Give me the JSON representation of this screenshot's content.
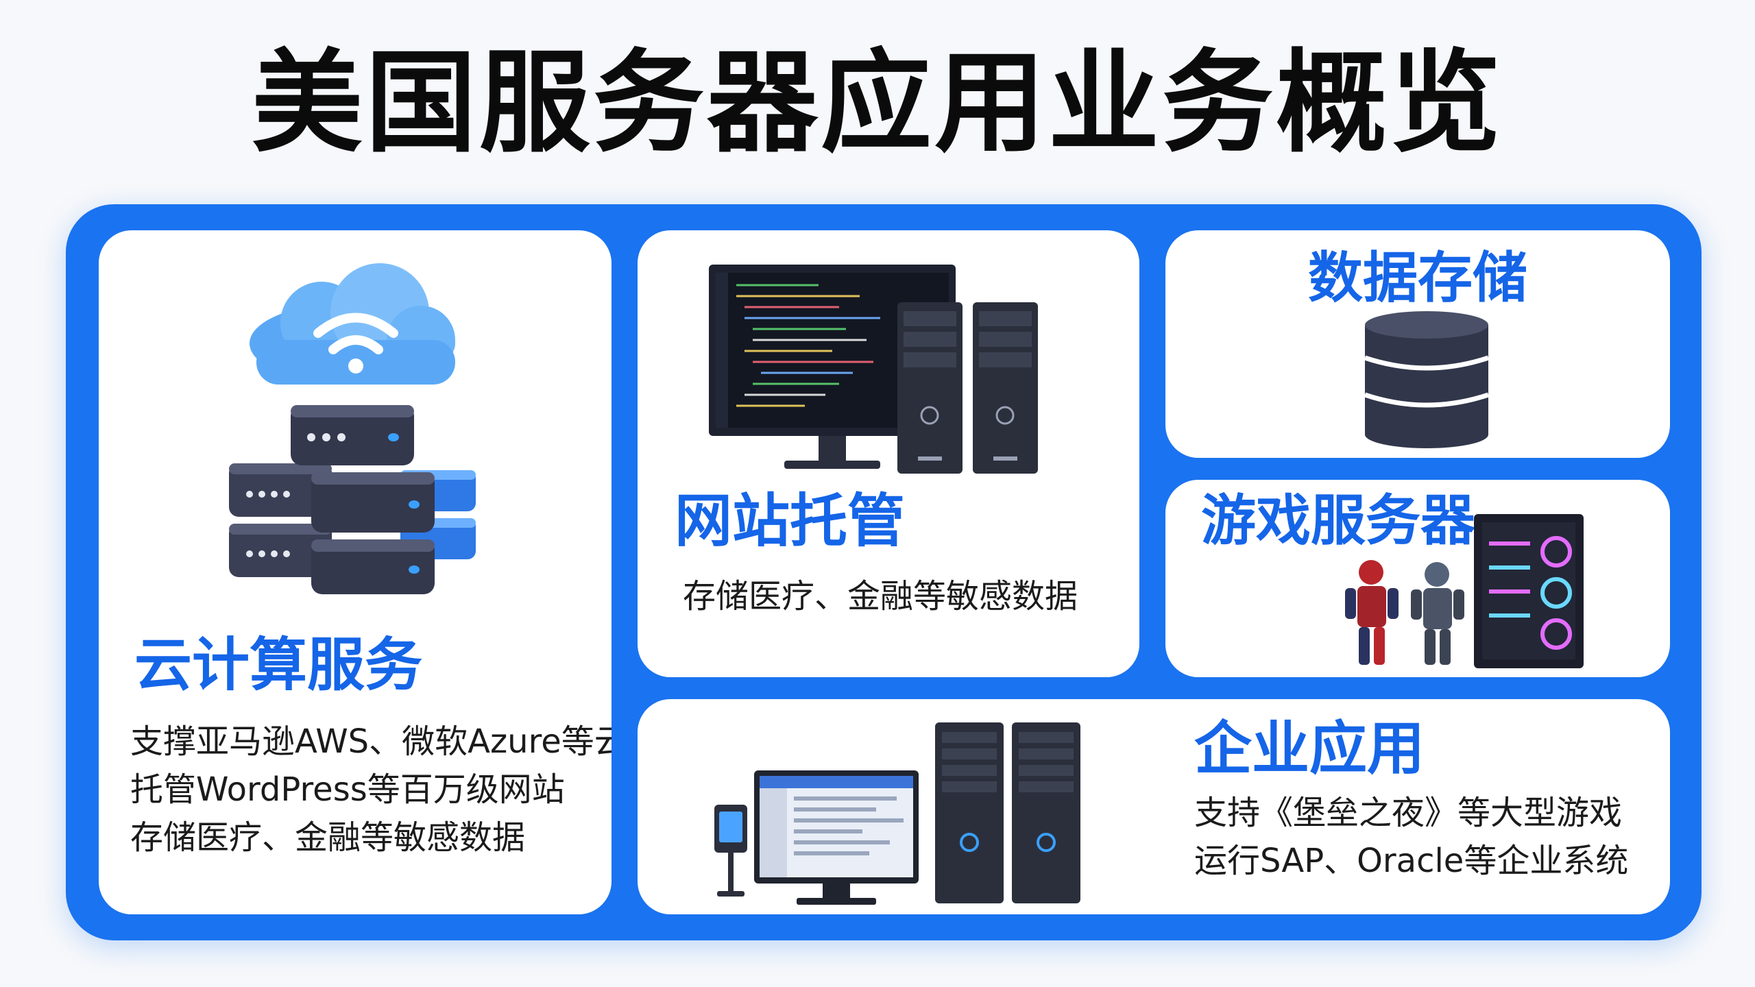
{
  "page": {
    "title": "美国服务器应用业务概览"
  },
  "cards": {
    "cloud": {
      "title": "云计算服务",
      "lines": [
        "支撑亚马逊AWS、微软Azure等云服务",
        "托管WordPress等百万级网站",
        "存储医疗、金融等敏感数据"
      ],
      "icon": "cloud-server-icon"
    },
    "hosting": {
      "title": "网站托管",
      "lines": [
        "存储医疗、金融等敏感数据"
      ],
      "icon": "monitor-tower-icon"
    },
    "storage": {
      "title": "数据存储",
      "icon": "database-icon"
    },
    "game": {
      "title": "游戏服务器",
      "icon": "gaming-pc-icon"
    },
    "enterprise": {
      "title": "企业应用",
      "lines": [
        "支持《堡垒之夜》等大型游戏",
        "运行SAP、Oracle等企业系统"
      ],
      "icon": "enterprise-workstation-icon"
    }
  },
  "colors": {
    "accent": "#1565e8",
    "frame": "#1a73f0",
    "server_dark": "#2f3447",
    "led_blue": "#3aa0ff"
  }
}
